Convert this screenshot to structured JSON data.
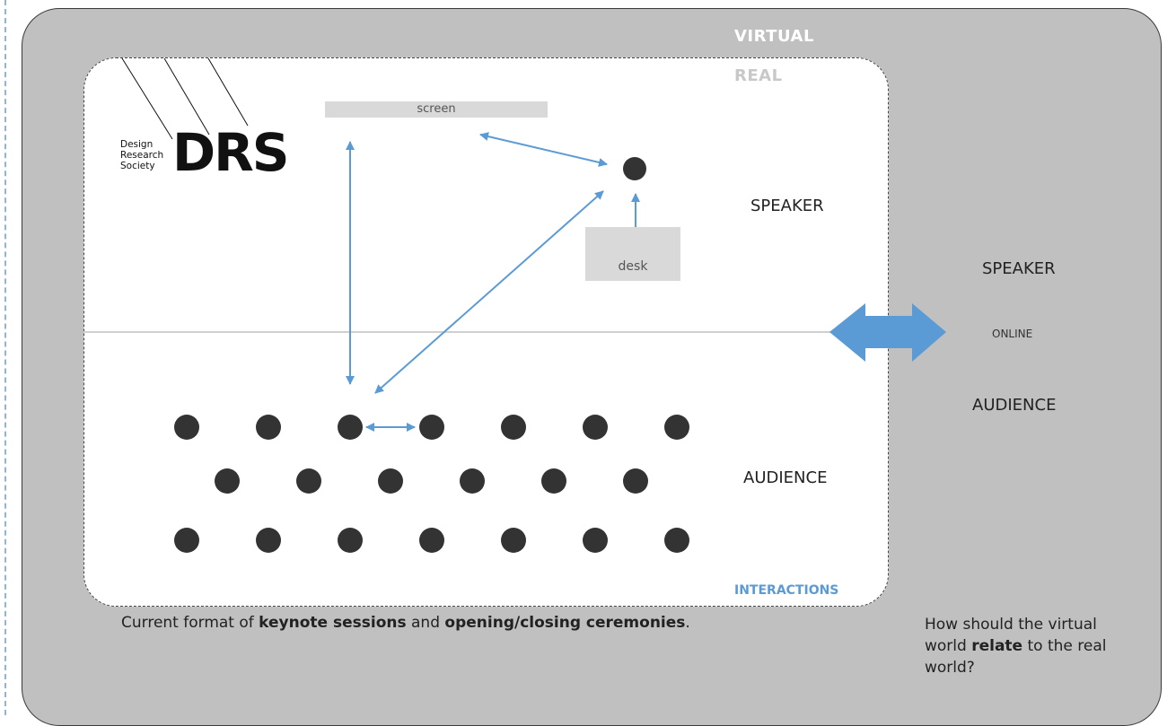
{
  "labels": {
    "virtual": "VIRTUAL",
    "real": "REAL",
    "interactions": "INTERACTIONS",
    "speaker": "SPEAKER",
    "audience": "AUDIENCE",
    "screen": "screen",
    "desk": "desk"
  },
  "online": {
    "speaker": "SPEAKER",
    "online": "ONLINE",
    "audience": "AUDIENCE"
  },
  "logo": {
    "line1": "Design",
    "line2": "Research",
    "line3": "Society",
    "letters": "DRS"
  },
  "captions": {
    "left_prefix": "Current format of ",
    "left_bold1": "keynote sessions",
    "left_mid": " and ",
    "left_bold2": "opening/closing ceremonies",
    "left_suffix": ".",
    "right_prefix": "How should the virtual world ",
    "right_bold": "relate",
    "right_suffix": " to the real world?"
  },
  "colors": {
    "background_virtual": "#c0c0c0",
    "background_real": "#ffffff",
    "accent_blue": "#5b9bd5",
    "dot": "#333333"
  },
  "audience_rows": [
    7,
    6,
    7
  ]
}
